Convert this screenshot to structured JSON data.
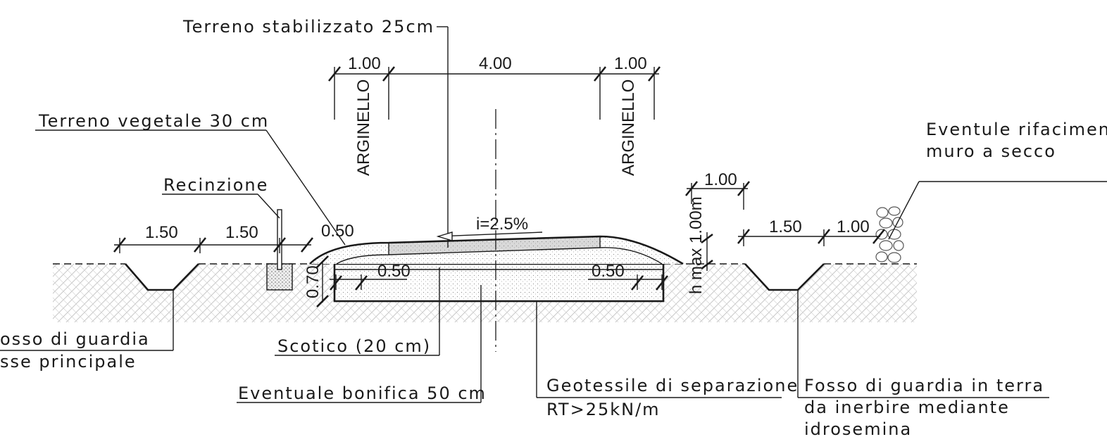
{
  "labels": {
    "terreno_stabilizzato": "Terreno stabilizzato  25cm",
    "terreno_vegetale": "Terreno vegetale 30 cm",
    "recinzione": "Recinzione",
    "eventuale_rifacimento_1": "Eventule rifacimento",
    "eventuale_rifacimento_2": "muro a secco",
    "fosso_principale_1": "osso di guardia",
    "fosso_principale_2": "sse principale",
    "scotico": "Scotico (20 cm)",
    "bonifica": "Eventuale bonifica 50 cm",
    "geotessile_1": "Geotessile di separazione",
    "geotessile_2": "RT>25kN/m",
    "fosso_terra_1": "Fosso di guardia in terra",
    "fosso_terra_2": "da inerbire mediante",
    "fosso_terra_3": "idrosemina",
    "arginello_left": "ARGINELLO",
    "arginello_right": "ARGINELLO"
  },
  "dimensions": {
    "top_left": "1.00",
    "top_center": "4.00",
    "top_right": "1.00",
    "right_small": "1.00",
    "left_150_a": "1.50",
    "left_150_b": "1.50",
    "left_050": "0.50",
    "slope": "i=2.5%",
    "inner_050_left": "0.50",
    "inner_050_right": "0.50",
    "depth_070": "0.70",
    "hmax": "h max 1.00m",
    "right_150": "1.50",
    "right_100": "1.00"
  },
  "colors": {
    "line": "#1a1a1a",
    "hatch": "#c8c8c8",
    "pavement": "#d9d9d9"
  }
}
